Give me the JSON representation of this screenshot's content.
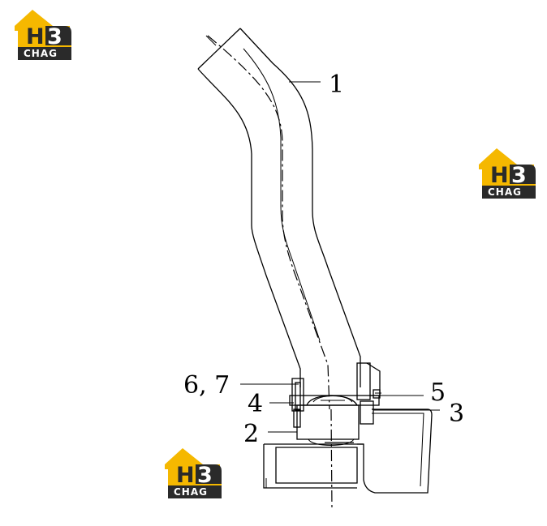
{
  "callouts": {
    "c1": "1",
    "c67": "6, 7",
    "c4": "4",
    "c2": "2",
    "c5": "5",
    "c3": "3"
  },
  "logo": {
    "mark_h": "H",
    "mark_3": "3",
    "band_text": "CHAG",
    "colors": {
      "yellow": "#f5b800",
      "dark": "#2a2a2a",
      "white": "#ffffff"
    }
  }
}
